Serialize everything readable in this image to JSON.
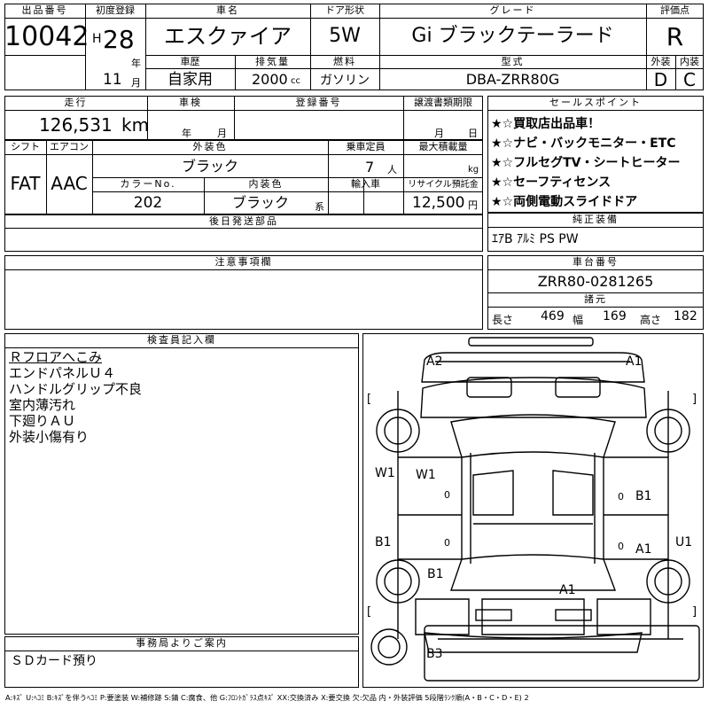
{
  "header": {
    "lot_label": "出品番号",
    "lot_number": "10042",
    "first_reg_label": "初度登録",
    "era": "H",
    "year": "28",
    "year_unit": "年",
    "month": "11",
    "month_unit": "月",
    "car_name_label": "車名",
    "car_name": "エスクァイア",
    "door_label": "ドア形状",
    "door": "5W",
    "grade_label": "グレード",
    "grade": "Gi ブラックテーラード",
    "score_label": "評価点",
    "score": "R",
    "history_label": "車歴",
    "history": "自家用",
    "displacement_label": "排気量",
    "displacement": "2000",
    "displacement_unit": "cc",
    "fuel_label": "燃料",
    "fuel": "ガソリン",
    "model_code_label": "型式",
    "model_code": "DBA-ZRR80G",
    "ext_score_label": "外装",
    "ext_score": "D",
    "int_score_label": "内装",
    "int_score": "C"
  },
  "row2": {
    "mileage_label": "走行",
    "mileage": "126,531",
    "mileage_unit": "km",
    "inspection_label": "車検",
    "inspection_year_unit": "年",
    "inspection_month_unit": "月",
    "reg_number_label": "登録番号",
    "transfer_label": "譲渡書類期限",
    "transfer_month_unit": "月",
    "transfer_day_unit": "日"
  },
  "row3": {
    "shift_label": "シフト",
    "shift": "FAT",
    "aircon_label": "エアコン",
    "aircon": "AAC",
    "ext_color_label": "外装色",
    "ext_color": "ブラック",
    "capacity_label": "乗車定員",
    "capacity": "7",
    "capacity_unit": "人",
    "max_load_label": "最大積載量",
    "max_load_unit": "kg",
    "color_no_label": "カラーNo.",
    "color_no": "202",
    "int_color_label": "内装色",
    "int_color": "ブラック",
    "int_color_unit": "系",
    "import_label": "輸入車",
    "recycle_label": "リサイクル預託金",
    "recycle": "12,500",
    "recycle_unit": "円"
  },
  "later_parts": {
    "label": "後日発送部品"
  },
  "sales_points": {
    "label": "セールスポイント",
    "items": [
      "★☆買取店出品車！",
      "★☆ナビ・バックモニター・ETC",
      "★☆フルセグTV・シートヒーター",
      "★☆セーフティセンス",
      "★☆両側電動スライドドア"
    ]
  },
  "equipment": {
    "label": "純正装備",
    "value": "ｴｱB ｱﾙﾐ PS PW"
  },
  "notes": {
    "label": "注意事項欄"
  },
  "chassis": {
    "label": "車台番号",
    "value": "ZRR80-0281265"
  },
  "dims": {
    "label": "諸元",
    "length_label": "長さ",
    "length": "469",
    "width_label": "幅",
    "width": "169",
    "height_label": "高さ",
    "height": "182"
  },
  "inspector": {
    "label": "検査員記入欄",
    "lines": [
      "Ｒフロアへこみ",
      "エンドパネルＵ４",
      "ハンドルグリップ不良",
      "室内薄汚れ",
      "下廻りＡＵ",
      "外装小傷有り"
    ]
  },
  "office": {
    "label": "事務局よりご案内",
    "value": "ＳＤカード預り"
  },
  "diagram": {
    "marks": {
      "a2": "A2",
      "a1_front": "A1",
      "w1_left": "W1",
      "w1_door": "W1",
      "b1_right": "B1",
      "b1_left": "B1",
      "u1": "U1",
      "a1_rear_right": "A1",
      "b1_rear_left": "B1",
      "a1_rear": "A1",
      "b3": "B3",
      "zero1": "0",
      "zero2": "0",
      "zero3": "0",
      "zero4": "0"
    },
    "bracket_open": "[",
    "bracket_close": "]"
  },
  "legend": "A:ｷｽﾞ U:ﾍｺﾐ B:ｷｽﾞを伴うﾍｺﾐ P:要塗装 W:補修跡 S:錆 C:腐食、他 G:ﾌﾛﾝﾄｶﾞﾗｽ点ｷｽﾞ XX:交換済み X:要交換 欠:欠品 内・外装評価 5段階ﾗﾝｸ順(A・B・C・D・E) 2"
}
